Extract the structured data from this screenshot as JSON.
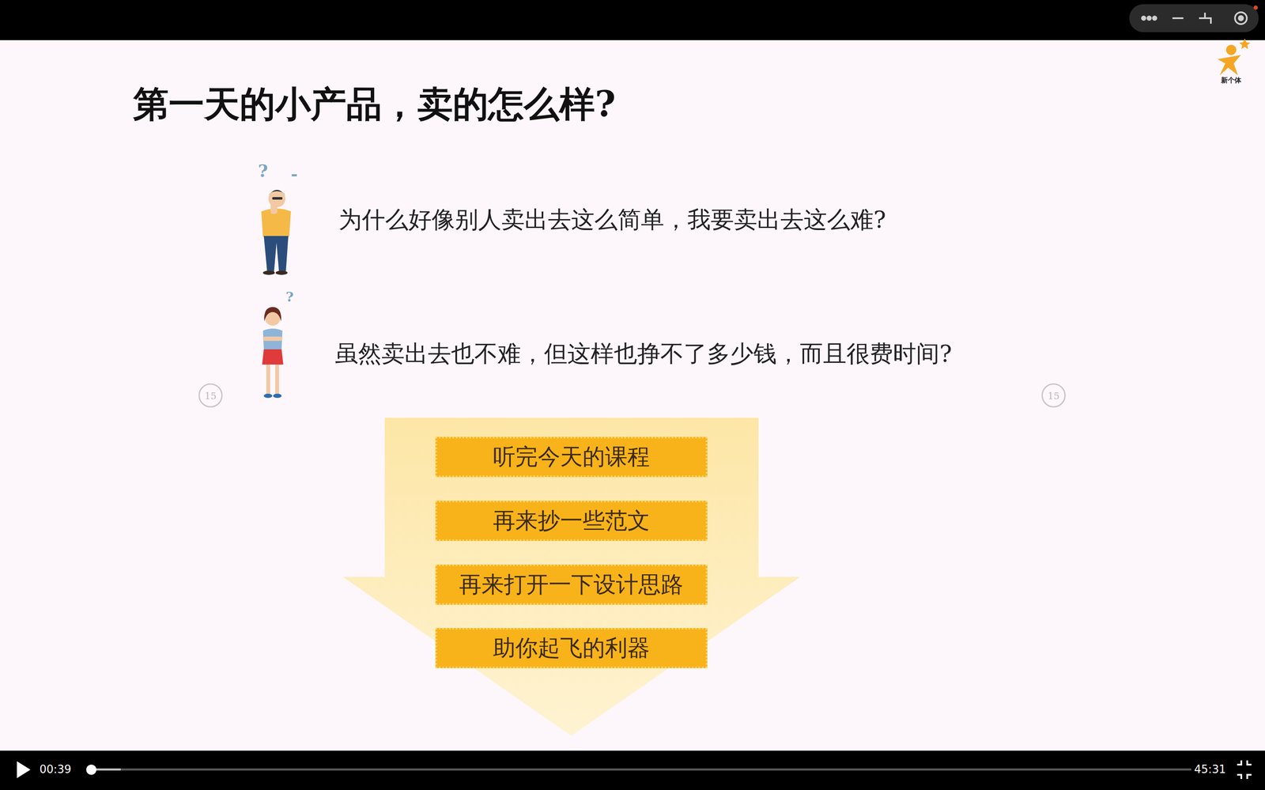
{
  "diagram": {
    "title": "第一天的小产品，卖的怎么样?",
    "nodes": [
      {
        "text": [
          "听完今天的课程"
        ]
      },
      {
        "text": [
          "再来抄一些范文"
        ]
      },
      {
        "text": [
          "再来打开一下设计思路"
        ]
      },
      {
        "text": [
          "助你起飞的利器"
        ]
      }
    ],
    "labels": [
      "为什么好像别人卖出去这么简单，我要卖出去这么难?",
      "虽然卖出去也不难，但这样也挣不了多少钱，而且很费时间?",
      "?",
      "?",
      "15",
      "15",
      "00:39",
      "45:31",
      "新个体"
    ]
  }
}
